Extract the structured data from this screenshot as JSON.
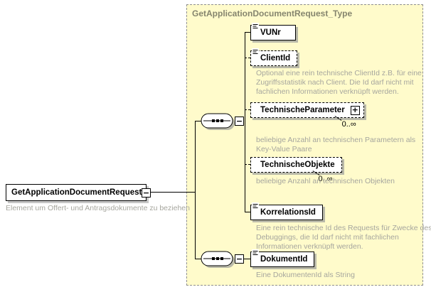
{
  "root_element": {
    "name": "GetApplicationDocumentRequest",
    "annotation": "Element um Offert- und Antragsdokumente zu beziehen",
    "collapse_glyph": "−"
  },
  "complex_type": {
    "title": "GetApplicationDocumentRequest_Type"
  },
  "compositors": [
    {
      "kind": "sequence",
      "collapse_glyph": "−"
    },
    {
      "kind": "sequence",
      "collapse_glyph": "−"
    }
  ],
  "elements": [
    {
      "name": "VUNr",
      "required": true,
      "annotation": ""
    },
    {
      "name": "ClientId",
      "required": false,
      "annotation": "Optional eine rein technische ClientId z.B. für eine Zugriffsstatistik nach Client. Die Id darf nicht mit fachlichen Informationen verknüpft werden."
    },
    {
      "name": "TechnischeParameter",
      "required": false,
      "occurrence": "0..∞",
      "expand_glyph": "+",
      "annotation": "beliebige Anzahl an technischen Parametern als Key-Value Paare"
    },
    {
      "name": "TechnischeObjekte",
      "required": false,
      "occurrence": "0..∞",
      "annotation": "beliebige Anzahl an technischen Objekten"
    },
    {
      "name": "KorrelationsId",
      "required": true,
      "annotation": "Eine rein technische Id des Requests für Zwecke des Debuggings, die Id darf nicht mit fachlichen Informationen verknüpft werden."
    },
    {
      "name": "DokumentId",
      "required": true,
      "annotation": "Eine DokumentenId als String"
    }
  ],
  "colors": {
    "container_bg": "#fffbcb",
    "container_border": "#8f8f8f",
    "container_title": "#85856e",
    "annotation_text": "#a6a69e",
    "box_shadow": "#b9b9a9",
    "line": "#000000"
  }
}
